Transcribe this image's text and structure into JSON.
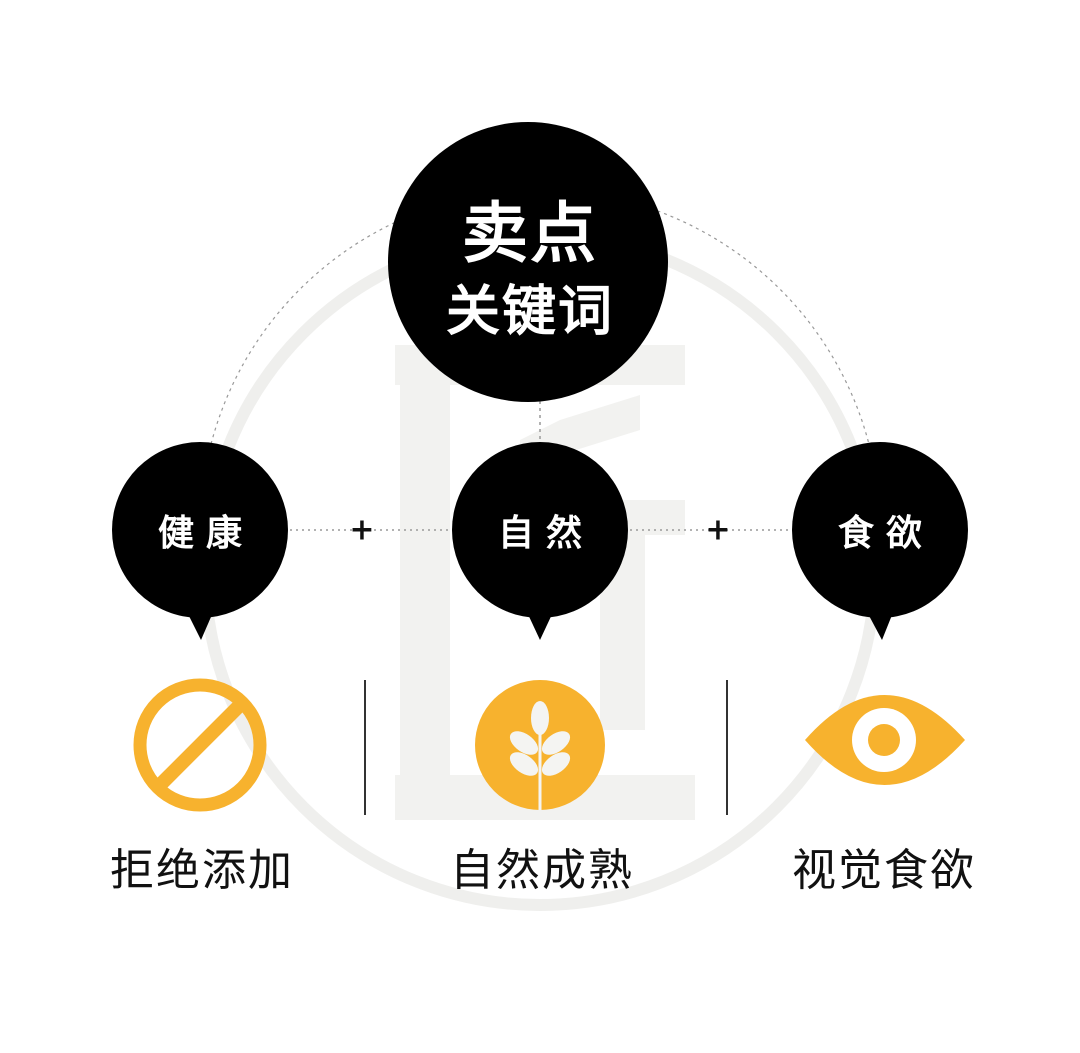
{
  "watermark": "匠",
  "center": {
    "title": "卖点",
    "subtitle": "关键词"
  },
  "nodes": [
    {
      "label": "健康",
      "icon": "prohibited-icon",
      "caption": "拒绝添加"
    },
    {
      "label": "自然",
      "icon": "wheat-icon",
      "caption": "自然成熟"
    },
    {
      "label": "食欲",
      "icon": "eye-icon",
      "caption": "视觉食欲"
    }
  ],
  "connector": "+",
  "colors": {
    "accent": "#F7B22E",
    "node": "#000000",
    "ring": "#EEEEEC",
    "text": "#111111"
  }
}
